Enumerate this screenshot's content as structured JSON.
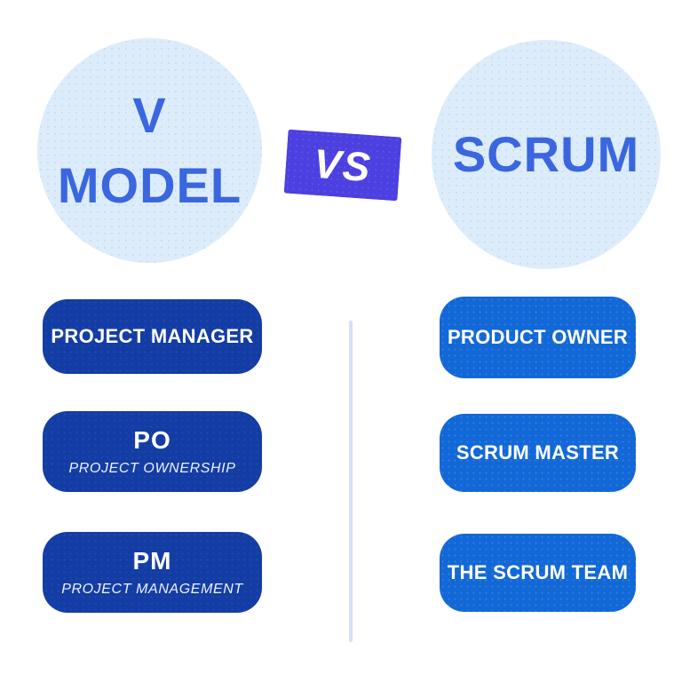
{
  "colors": {
    "background": "#ffffff",
    "circle-fill": "#ddecfa",
    "circle-dot": "#c8dff5",
    "heading-text": "#3a66df",
    "badge-fill": "#4c40e0",
    "badge-text": "#ffffff",
    "pill-left-fill": "#133da4",
    "pill-right-fill": "#1268d6",
    "pill-text": "#ffffff",
    "divider": "#d8dff8"
  },
  "header": {
    "left_circle": {
      "line1": "V",
      "line2": "MODEL"
    },
    "vs_label": "VS",
    "right_circle": {
      "label": "SCRUM"
    }
  },
  "left_column": {
    "items": [
      {
        "title": "PROJECT MANAGER"
      },
      {
        "title": "PO",
        "subtitle": "PROJECT OWNERSHIP"
      },
      {
        "title": "PM",
        "subtitle": "PROJECT MANAGEMENT"
      }
    ]
  },
  "right_column": {
    "items": [
      {
        "title": "PRODUCT OWNER"
      },
      {
        "title": "SCRUM MASTER"
      },
      {
        "title": "THE SCRUM TEAM"
      }
    ]
  }
}
